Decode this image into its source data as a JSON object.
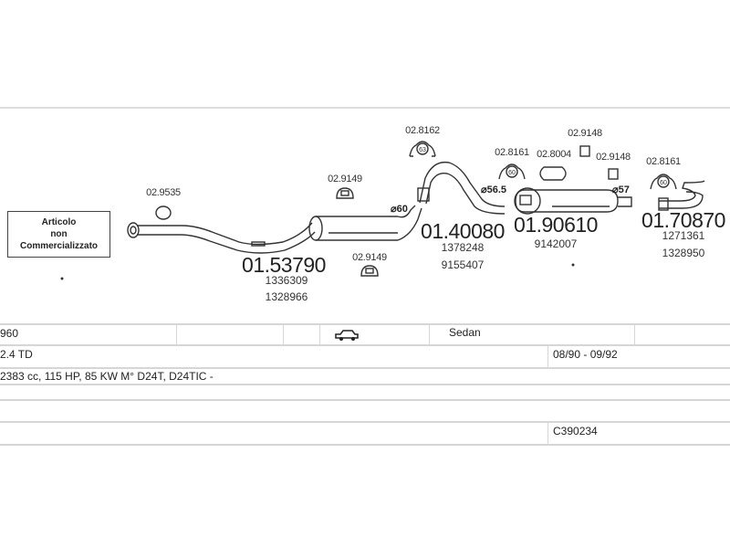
{
  "diagram": {
    "not_sold_box": [
      "Articolo",
      "non",
      "Commercializzato"
    ],
    "parts": [
      {
        "code": "01.53790",
        "oem": [
          "1336309",
          "1328966"
        ]
      },
      {
        "code": "01.40080",
        "oem": [
          "1378248",
          "9155407"
        ]
      },
      {
        "code": "01.90610",
        "oem": [
          "9142007"
        ]
      },
      {
        "code": "01.70870",
        "oem": [
          "1271361",
          "1328950"
        ]
      }
    ],
    "accessories": {
      "gasket_front": "02.9535",
      "hanger_top_1": "02.9149",
      "hanger_bottom_1": "02.9149",
      "hanger_63": "02.8162",
      "hanger_60_a": "02.8161",
      "gasket_oval": "02.8004",
      "clamp_a": "02.9148",
      "clamp_b": "02.9148",
      "hanger_60_b": "02.8161"
    },
    "hanger_sizes": {
      "h63": "63",
      "h60": "60"
    },
    "diameters": {
      "d60": "⌀60",
      "d565": "⌀56.5",
      "d57": "⌀57"
    }
  },
  "vehicle_table": {
    "model": "960",
    "body_type_icon": "car-icon",
    "body_type": "Sedan",
    "engine": "2.4 TD",
    "years": "08/90 - 09/92",
    "specs": "2383 cc, 115 HP, 85 KW M° D24T, D24TIC -",
    "catalog_code": "C390234"
  }
}
